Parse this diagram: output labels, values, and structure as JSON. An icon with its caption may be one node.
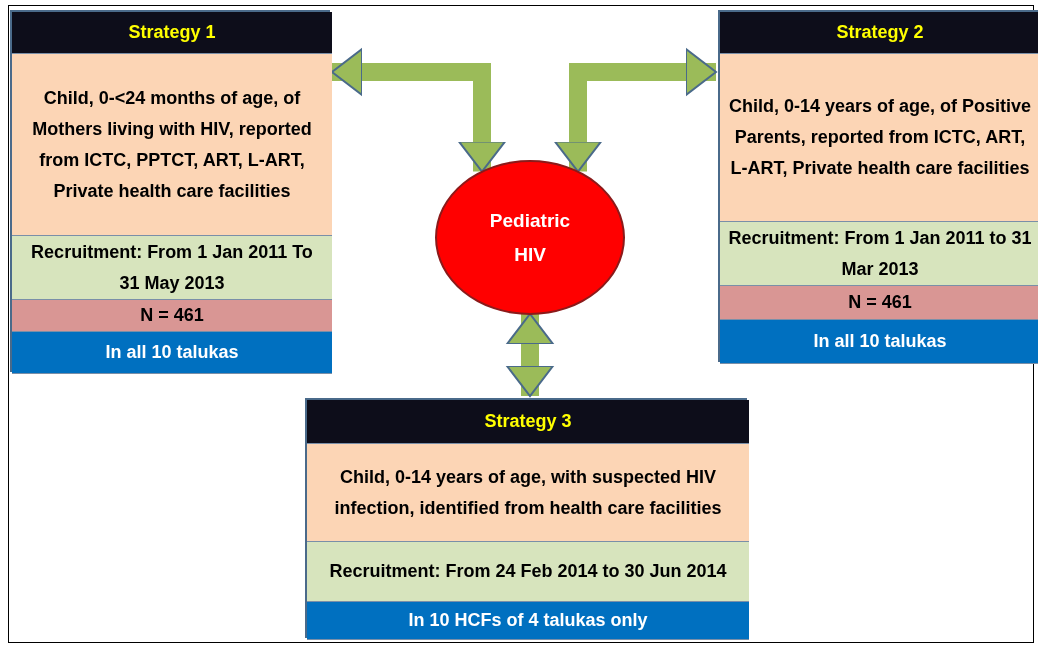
{
  "diagram": {
    "nodes": [
      {
        "text": [],
        "shape": "box"
      },
      {
        "text": [
          "Strategy 1"
        ],
        "in": 0
      },
      {
        "text": [
          "Child, 0-<24 months of age, of Mothers living with HIV, reported from ICTC, PPTCT, ART, L-ART, Private health care facilities"
        ],
        "in": 0
      },
      {
        "text": [
          "Recruitment: From 1 Jan 2011 To 31 May 2013"
        ],
        "in": 0
      },
      {
        "text": [
          "N = 461"
        ],
        "in": 0
      },
      {
        "text": [
          "In all 10 talukas"
        ],
        "in": 0
      },
      {
        "text": [
          "Pediatric HIV"
        ]
      },
      {
        "text": [],
        "shape": "box"
      },
      {
        "text": [
          "Strategy 2"
        ],
        "in": 7
      },
      {
        "text": [
          "Child, 0-14 years of age, of Positive Parents, reported from ICTC, ART, L-ART, Private health care facilities"
        ],
        "in": 7
      },
      {
        "text": [
          "Recruitment: From 1 Jan 2011 to 31 Mar 2013"
        ],
        "in": 7
      },
      {
        "text": [
          "N = 461"
        ],
        "in": 7
      },
      {
        "text": [
          "In all 10 talukas"
        ],
        "in": 7
      },
      {
        "text": [],
        "shape": "box"
      },
      {
        "text": [
          "Strategy 3"
        ],
        "in": 13
      },
      {
        "text": [
          "Child, 0-14 years of age, with suspected HIV infection, identified from health care facilities"
        ],
        "in": 13
      },
      {
        "text": [
          "Recruitment: From 24 Feb 2014 to 30 Jun 2014"
        ],
        "in": 13
      },
      {
        "text": [
          "In 10 HCFs of 4 talukas only"
        ],
        "in": 13
      }
    ],
    "edges": [
      {
        "from": 6,
        "to": 0,
        "arrow": "both"
      },
      {
        "from": 6,
        "to": 7,
        "arrow": "both"
      },
      {
        "from": 6,
        "to": 13,
        "arrow": "both"
      }
    ]
  }
}
